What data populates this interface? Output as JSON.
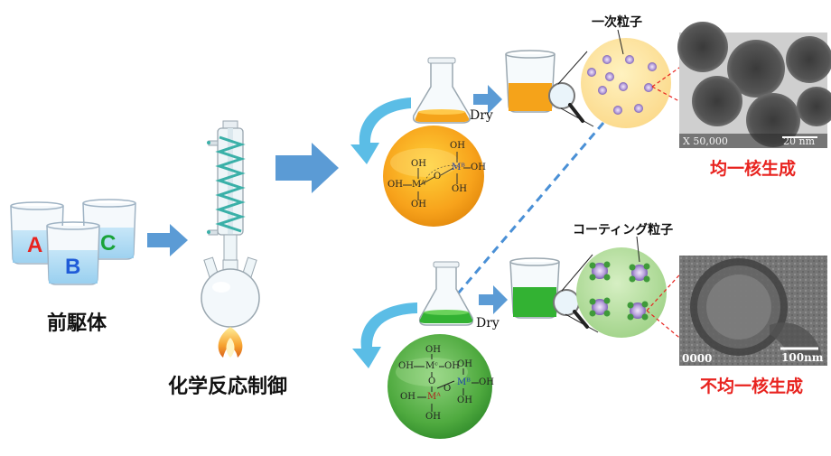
{
  "labels": {
    "precursor": "前駆体",
    "chemical_control": "化学反応制御",
    "homogeneous": "均一核生成",
    "heterogeneous": "不均一核生成",
    "primary_particle": "一次粒子",
    "coating_particle": "コーティング粒子",
    "dry_top": "Dry",
    "dry_bottom": "Dry"
  },
  "beakers": {
    "a": "A",
    "b": "B",
    "c": "C"
  },
  "tem_top": {
    "magnification": "X 50,000",
    "scale": "20 nm"
  },
  "tem_bottom": {
    "left_code": "0000",
    "scale": "100nm"
  },
  "molecule_top": {
    "oh1": "OH",
    "oh2": "OH",
    "oh3": "OH",
    "oh4": "OH",
    "oh5": "OH",
    "ma": "Mᴬ",
    "mb": "Mᴮ",
    "o": "O"
  },
  "molecule_bottom": {
    "oh1": "OH",
    "oh2": "OH",
    "oh3": "OH",
    "oh4": "OH",
    "oh5": "OH",
    "oh6": "OH",
    "oh7": "OH",
    "oh8": "OH",
    "mc": "Mᶜ",
    "ma": "Mᴬ",
    "mb": "Mᴮ",
    "o1": "O",
    "o2": "O"
  },
  "colors": {
    "arrow_blue": "#5b9bd5",
    "orange_liquid": "#f5a31a",
    "green_liquid": "#33b233",
    "red_label": "#e8231f",
    "coil": "#3ab0a8"
  }
}
